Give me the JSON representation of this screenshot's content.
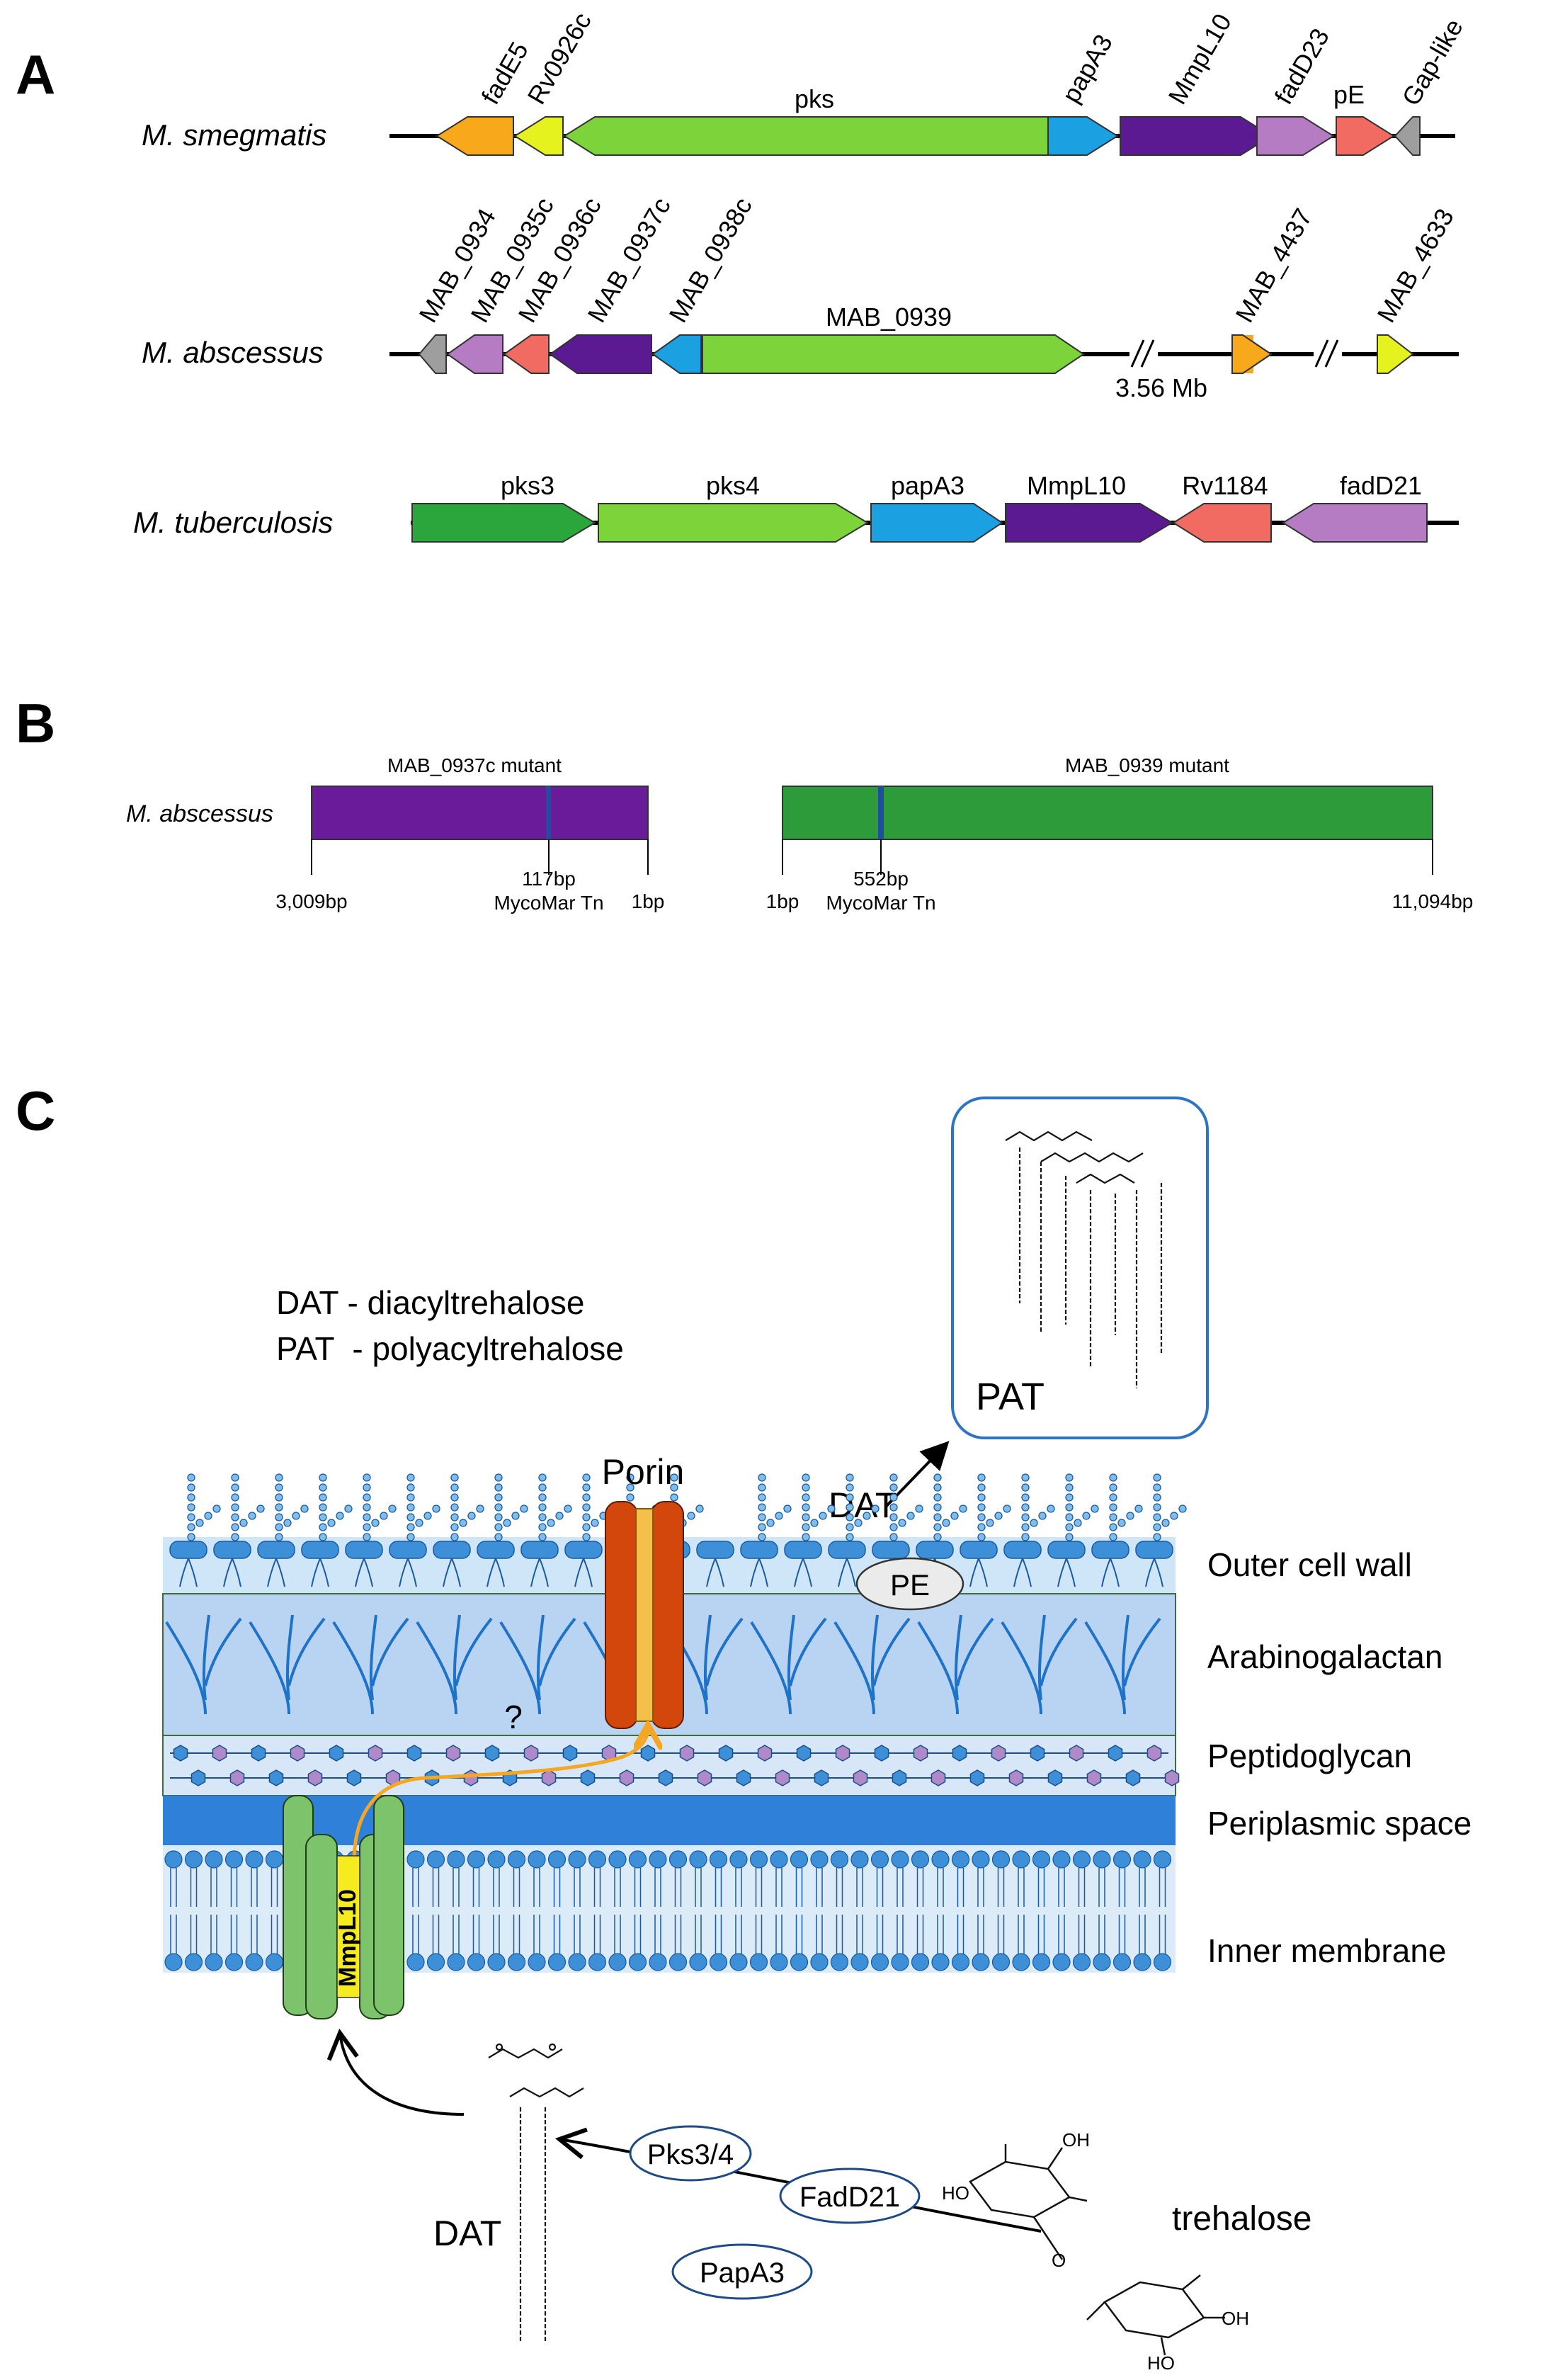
{
  "panels": {
    "a": "A",
    "b": "B",
    "c": "C"
  },
  "colors": {
    "orange": "#F7A81B",
    "yellow": "#E6F21E",
    "lightgreen": "#7CD43A",
    "darkgreen": "#2AA63C",
    "blue": "#1BA1E2",
    "purple": "#5B1A91",
    "lavender": "#B57CC4",
    "salmon": "#F26B63",
    "grey": "#9E9E9E",
    "mutant_purple": "#6A1B9A",
    "mutant_green": "#2E9B3A",
    "tn_mark": "#1F4E9E",
    "membrane": "#3D8FD8",
    "membrane_light": "#CFE6F8",
    "ag_fill": "#B9D3F2",
    "periplasm": "#2F80D8",
    "porin": "#D4470C",
    "porin_core": "#F5C04A",
    "mmpl10": "#7DC36B",
    "mmpl10_label": "#F5EB1E",
    "transport_arrow": "#F5A623"
  },
  "panel_a": {
    "species": [
      "M. smegmatis",
      "M. abscessus",
      "M. tuberculosis"
    ],
    "smeg_genes": [
      "fadE5",
      "Rv0926c",
      "pks",
      "papA3",
      "MmpL10",
      "fadD23",
      "pE",
      "Gap-like"
    ],
    "absc_genes": [
      "MAB_0934",
      "MAB_0935c",
      "MAB_0936c",
      "MAB_0937c",
      "MAB_0938c",
      "MAB_0939",
      "MAB_4437",
      "MAB_4633"
    ],
    "absc_gap": "3.56 Mb",
    "tb_genes": [
      "pks3",
      "pks4",
      "papA3",
      "MmpL10",
      "Rv1184",
      "fadD21"
    ]
  },
  "panel_b": {
    "species": "M. abscessus",
    "mutant1": {
      "title": "MAB_0937c mutant",
      "left": "3,009bp",
      "insert": "117bp",
      "insert_label": "MycoMar Tn",
      "right": "1bp"
    },
    "mutant2": {
      "title": "MAB_0939 mutant",
      "left": "1bp",
      "insert": "552bp",
      "insert_label": "MycoMar Tn",
      "right": "11,094bp"
    }
  },
  "panel_c": {
    "legend": [
      "DAT - diacyltrehalose",
      "PAT  - polyacyltrehalose"
    ],
    "pat_box": "PAT",
    "porin": "Porin",
    "dat_top": "DAT",
    "pe": "PE",
    "question": "?",
    "mmpl10": "MmpL10",
    "layers": [
      "Outer cell wall",
      "Arabinogalactan",
      "Peptidoglycan",
      "Periplasmic space",
      "Inner membrane"
    ],
    "enzymes": [
      "Pks3/4",
      "FadD21",
      "PapA3"
    ],
    "dat_bottom": "DAT",
    "trehalose": "trehalose"
  }
}
